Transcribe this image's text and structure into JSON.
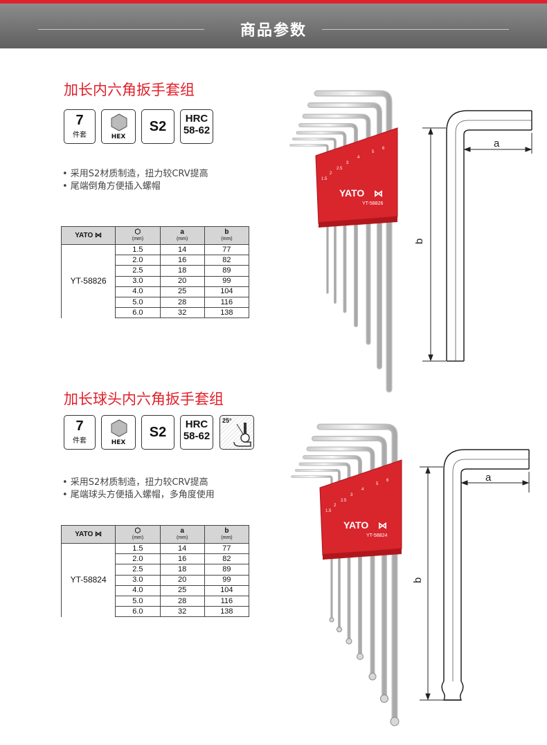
{
  "header": {
    "title": "商品参数"
  },
  "sections": [
    {
      "title": "加长内六角扳手套组",
      "icons": {
        "pieces": "7",
        "pieces_label": "件套",
        "hex": "HEX",
        "material": "S2",
        "hrc": "HRC",
        "hrc_range": "58-62"
      },
      "bullets": [
        "• 采用S2材质制造，扭力较CRV提高",
        "• 尾端倒角方便插入螺帽"
      ],
      "table": {
        "brand": "YATO",
        "col_a": "a",
        "col_b": "b",
        "unit": "(mm)",
        "model": "YT-58826",
        "rows": [
          [
            "1.5",
            "14",
            "77"
          ],
          [
            "2.0",
            "16",
            "82"
          ],
          [
            "2.5",
            "18",
            "89"
          ],
          [
            "3.0",
            "20",
            "99"
          ],
          [
            "4.0",
            "25",
            "104"
          ],
          [
            "5.0",
            "28",
            "116"
          ],
          [
            "6.0",
            "32",
            "138"
          ]
        ]
      },
      "product": {
        "brand": "YATO",
        "model": "YT-58826",
        "sizes": [
          "1.5",
          "2",
          "2.5",
          "3",
          "4",
          "5",
          "6"
        ]
      },
      "diagram": {
        "label_a": "a",
        "label_b": "b"
      }
    },
    {
      "title": "加长球头内六角扳手套组",
      "icons": {
        "pieces": "7",
        "pieces_label": "件套",
        "hex": "HEX",
        "material": "S2",
        "hrc": "HRC",
        "hrc_range": "58-62",
        "angle": "25°"
      },
      "bullets": [
        "• 采用S2材质制造，扭力较CRV提高",
        "• 尾端球头方便插入螺帽，多角度使用"
      ],
      "table": {
        "brand": "YATO",
        "col_a": "a",
        "col_b": "b",
        "unit": "(mm)",
        "model": "YT-58824",
        "rows": [
          [
            "1.5",
            "14",
            "77"
          ],
          [
            "2.0",
            "16",
            "82"
          ],
          [
            "2.5",
            "18",
            "89"
          ],
          [
            "3.0",
            "20",
            "99"
          ],
          [
            "4.0",
            "25",
            "104"
          ],
          [
            "5.0",
            "28",
            "116"
          ],
          [
            "6.0",
            "32",
            "138"
          ]
        ]
      },
      "product": {
        "brand": "YATO",
        "model": "YT-58824",
        "sizes": [
          "1.5",
          "2",
          "2.5",
          "3",
          "4",
          "5",
          "6"
        ]
      },
      "diagram": {
        "label_a": "a",
        "label_b": "b"
      }
    }
  ],
  "colors": {
    "accent": "#e0202a",
    "header_bg": "#707070"
  }
}
